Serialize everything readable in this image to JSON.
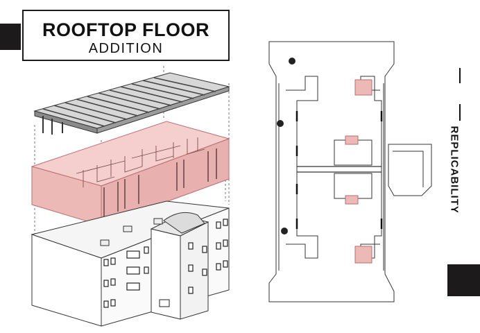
{
  "title": {
    "main": "ROOFTOP FLOOR",
    "sub": "ADDITION"
  },
  "side_label": "REPLICABILITY",
  "colors": {
    "highlight": "#ecb9b7",
    "highlight_stroke": "#b86f6f",
    "dark": "#1c1a1a",
    "line": "#333333"
  },
  "icons": {
    "trees": "tree-icon",
    "marks": "vertical-bar-mark"
  }
}
